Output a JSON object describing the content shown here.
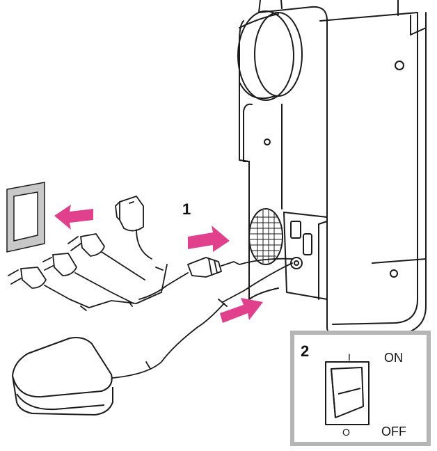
{
  "callouts": {
    "step1": "1",
    "step2": "2"
  },
  "switch": {
    "on_label": "ON",
    "off_label": "OFF",
    "on_symbol": "I",
    "off_symbol": "O"
  },
  "colors": {
    "arrow": "#e0408c",
    "line": "#1a1a1a",
    "inset_border": "#b5b5b5",
    "wall_plate": "#c8c8c8"
  },
  "icons": [
    "wall-outlet-icon",
    "adapter-plug-icon",
    "eu-plug-icon",
    "us-plug-icon",
    "power-cord-plug-icon",
    "foot-controller-icon",
    "sewing-machine-icon",
    "power-switch-icon"
  ]
}
